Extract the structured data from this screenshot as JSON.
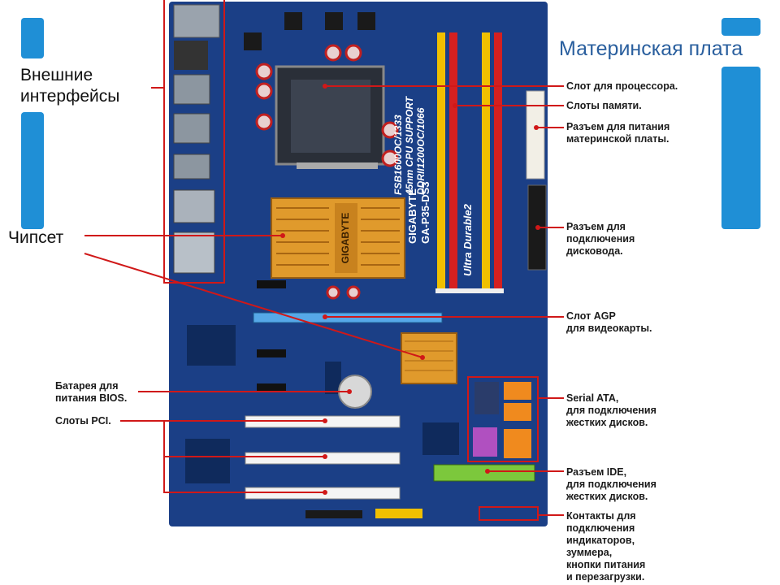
{
  "title": "Материнская плата",
  "left_labels": {
    "external": "Внешние\nинтерфейсы",
    "chipset": "Чипсет"
  },
  "right_labels": {
    "cpu": "Слот для процессора.",
    "memory": "Слоты памяти.",
    "power": "Разъем для питания\nматеринской платы.",
    "floppy": "Разъем для\nподключения\nдисковода.",
    "agp": "Слот AGP\nдля видеокарты.",
    "sata": "Serial ATA,\nдля подключения\nжестких дисков.",
    "ide": "Разъем IDE,\nдля подключения\nжестких дисков.",
    "panel": "Контакты для\nподключения\nиндикаторов,\nзуммера,\nкнопки питания\nи перезагрузки."
  },
  "bottom_left_labels": {
    "battery": "Батарея для\nпитания BIOS.",
    "pci": "Слоты PCI."
  },
  "board_text": {
    "brand": "GIGABYTE",
    "heatsink_brand": "GIGABYTE",
    "model": "GA-P35-DS3",
    "spec_1": "FSB1600OC/1333",
    "spec_2": "45nm CPU SUPPORT",
    "spec_3": "DDRII1200OC/1066",
    "ultra": "Ultra Durable2"
  },
  "colors": {
    "board": "#1b3f86",
    "board_dark": "#122c63",
    "dimm_red": "#d42020",
    "dimm_yellow": "#f0c000",
    "agp_blue": "#56a8e8",
    "heatsink": "#e09a2c",
    "sata_orange": "#f08a1e",
    "sata_purple": "#b050c0",
    "ide_green": "#7cc83c",
    "pointer": "#d01818",
    "accent_blue": "#1f8fd6"
  }
}
